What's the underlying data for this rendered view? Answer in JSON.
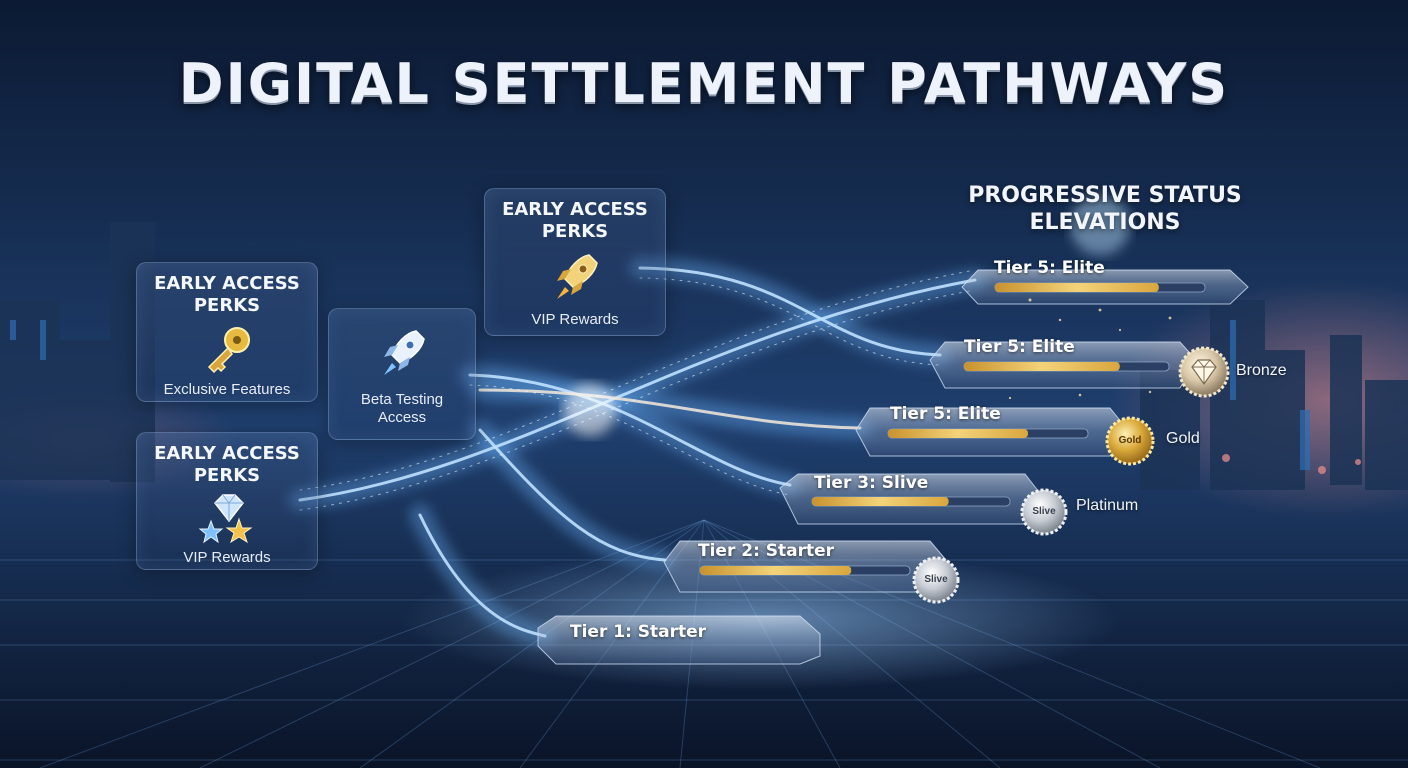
{
  "title": "DIGITAL SETTLEMENT PATHWAYS",
  "subtitle": "PROGRESSIVE STATUS ELEVATIONS",
  "perk_cards": [
    {
      "heading": "EARLY ACCESS PERKS",
      "icon": "key-icon",
      "caption": "Exclusive Features"
    },
    {
      "heading": "EARLY ACCESS PERKS",
      "icon": "diamond-stars-icon",
      "caption": "VIP Rewards"
    },
    {
      "heading": "",
      "icon": "rocket-icon",
      "caption": "Beta Testing Access"
    },
    {
      "heading": "EARLY ACCESS PERKS",
      "icon": "gold-rocket-icon",
      "caption": "VIP Rewards"
    }
  ],
  "tiers": [
    {
      "label": "Tier 5: Elite",
      "progress": 0.78
    },
    {
      "label": "Tier 5: Elite",
      "progress": 0.76,
      "medal": "gem-medal-icon",
      "medal_text": "",
      "side_label": "Bronze"
    },
    {
      "label": "Tier 5: Elite",
      "progress": 0.7,
      "medal": "gold-medal-icon",
      "medal_text": "Gold",
      "side_label": "Gold"
    },
    {
      "label": "Tier 3: Slive",
      "progress": 0.69,
      "medal": "silver-medal-icon",
      "medal_text": "Slive",
      "side_label": "Platinum"
    },
    {
      "label": "Tier 2: Starter",
      "progress": 0.72,
      "medal": "silver-medal-icon",
      "medal_text": "Slive",
      "side_label": ""
    },
    {
      "label": "Tier 1: Starter"
    }
  ],
  "colors": {
    "background": "#0f2140",
    "stream": "#7fc4ff",
    "progress_gold": "#e8c060",
    "medal_gold": "#d9a93a",
    "medal_silver": "#c7ccd4"
  }
}
